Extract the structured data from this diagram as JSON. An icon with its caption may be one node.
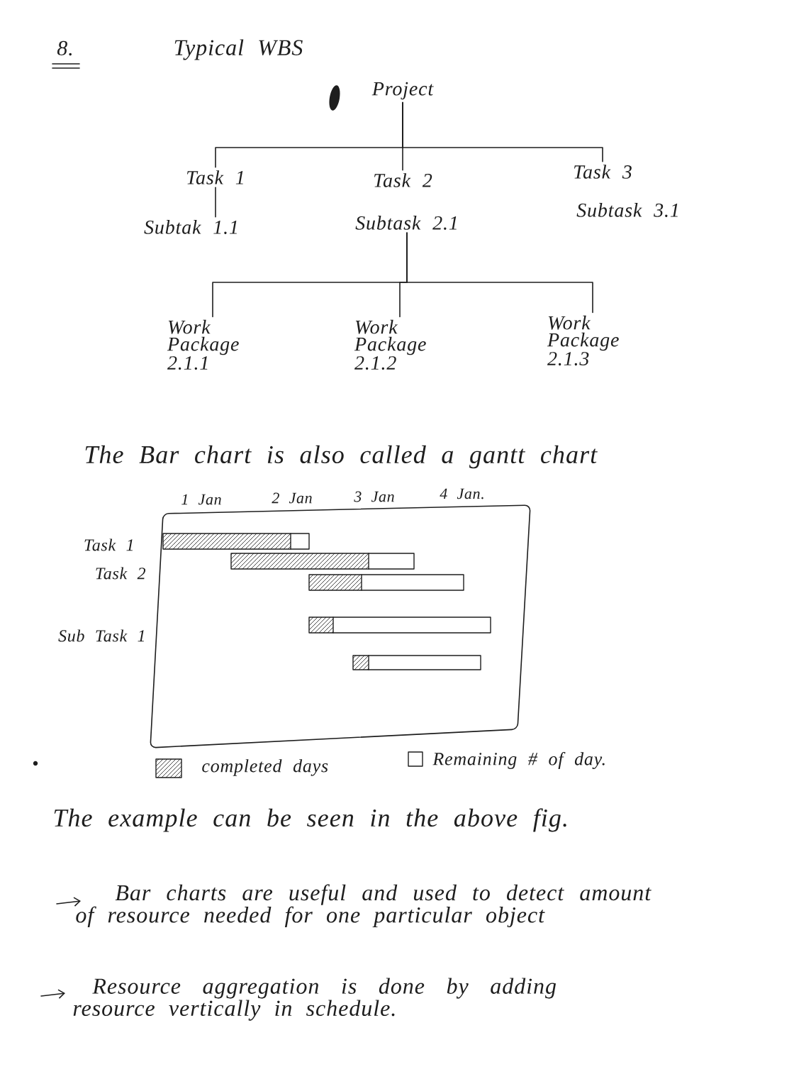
{
  "diagram": {
    "title": "Typical WBS",
    "nodes": [
      {
        "text": [
          "Project"
        ]
      },
      {
        "text": [
          "Task 1"
        ]
      },
      {
        "text": [
          "Task 2"
        ]
      },
      {
        "text": [
          "Task 3"
        ]
      },
      {
        "text": [
          "Subtak 1.1"
        ]
      },
      {
        "text": [
          "Subtask 2.1"
        ]
      },
      {
        "text": [
          "Subtask 3.1"
        ]
      },
      {
        "text": [
          "Work Package 2.1.1"
        ]
      },
      {
        "text": [
          "Work Package 2.1.2"
        ]
      },
      {
        "text": [
          "Work Package 2.1.3"
        ]
      }
    ],
    "edges": [
      {
        "from": 0,
        "to": 1,
        "arrow": "none"
      },
      {
        "from": 0,
        "to": 2,
        "arrow": "none"
      },
      {
        "from": 0,
        "to": 3,
        "arrow": "none"
      },
      {
        "from": 1,
        "to": 4,
        "arrow": "none"
      },
      {
        "from": 5,
        "to": 7,
        "arrow": "none"
      },
      {
        "from": 5,
        "to": 8,
        "arrow": "none"
      },
      {
        "from": 5,
        "to": 9,
        "arrow": "none"
      }
    ],
    "labels": [
      "8.",
      "The Bar chart is also called a gantt chart",
      "1 Jan",
      "2 Jan",
      "3 Jan",
      "4 Jan.",
      "Task 1",
      "Task 2",
      "Sub Task 1",
      "The example can be seen in the above fig.",
      "Bar charts are useful and used to detect amount of resource needed for one particular object",
      "Resource aggregation is done by adding resource vertically in schedule."
    ],
    "legend": [
      {
        "text": "completed days"
      },
      {
        "text": "Remaining # of day."
      }
    ]
  }
}
